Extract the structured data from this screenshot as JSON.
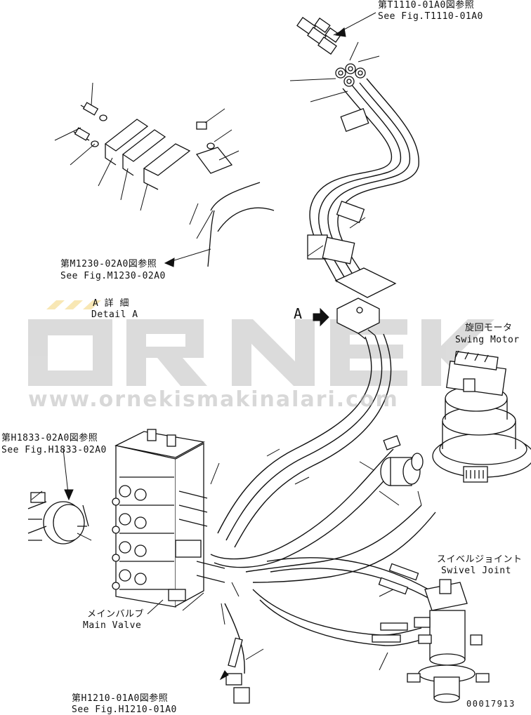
{
  "labels": {
    "ref_t1110_ja": "第T1110-01A0図参照",
    "ref_t1110_en": "See Fig.T1110-01A0",
    "ref_m1230_ja": "第M1230-02A0図参照",
    "ref_m1230_en": "See Fig.M1230-02A0",
    "detail_a_ja": "A 詳 細",
    "detail_a_en": "Detail A",
    "view_a": "A",
    "swing_motor_ja": "旋回モータ",
    "swing_motor_en": "Swing Motor",
    "ref_h1833_ja": "第H1833-02A0図参照",
    "ref_h1833_en": "See Fig.H1833-02A0",
    "swivel_joint_ja": "スイベルジョイント",
    "swivel_joint_en": "Swivel Joint",
    "main_valve_ja": "メインバルブ",
    "main_valve_en": "Main Valve",
    "ref_h1210_ja": "第H1210-01A0図参照",
    "ref_h1210_en": "See Fig.H1210-01A0",
    "drawing_number": "00017913"
  },
  "watermark": {
    "brand": "ORNEK",
    "url": "www.ornekismakinalari.com"
  },
  "colors": {
    "line": "#111111",
    "watermark": "#b9b9b9",
    "logo_accent": "#f2d16b"
  }
}
